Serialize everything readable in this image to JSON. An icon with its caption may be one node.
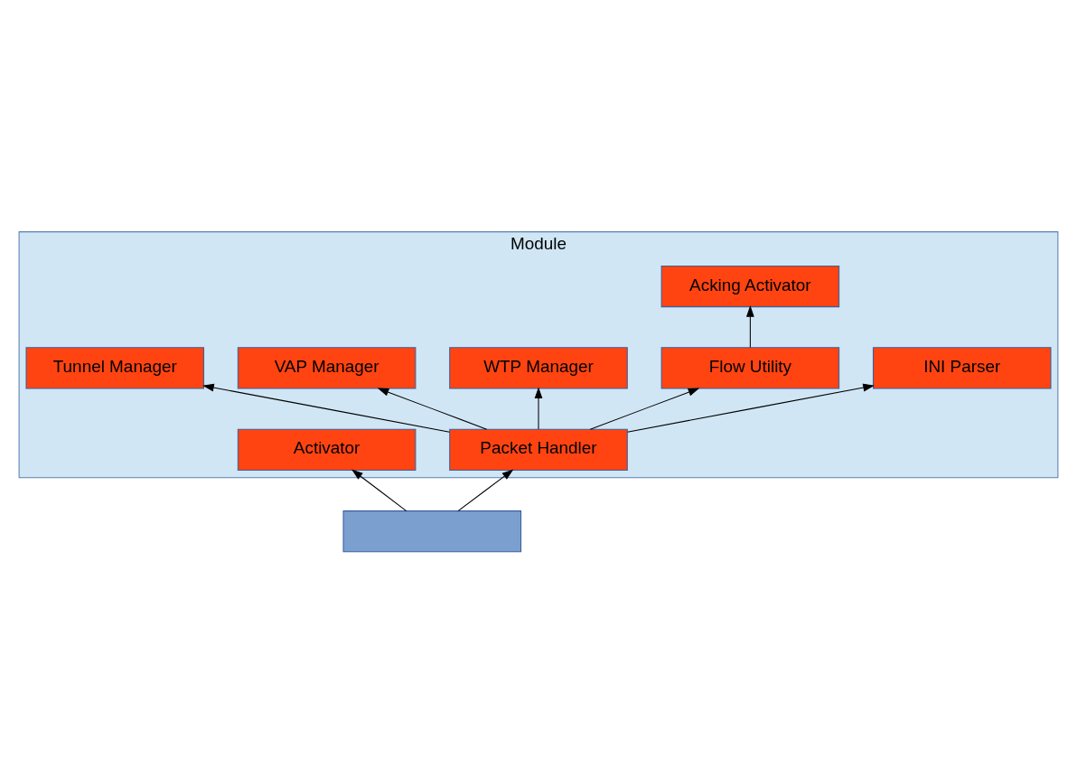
{
  "diagram": {
    "nodes": [
      {
        "text": [
          "Module"
        ]
      },
      {
        "text": [
          "Tunnel Manager"
        ],
        "in": 0
      },
      {
        "text": [
          "VAP Manager"
        ],
        "in": 0
      },
      {
        "text": [
          "WTP Manager"
        ],
        "in": 0
      },
      {
        "text": [
          "Flow Utility"
        ],
        "in": 0
      },
      {
        "text": [
          "INI Parser"
        ],
        "in": 0
      },
      {
        "text": [
          "Acking Activator"
        ],
        "in": 0
      },
      {
        "text": [
          "Packet Handler"
        ],
        "in": 0
      },
      {
        "text": [
          "Activator"
        ],
        "in": 0
      },
      {
        "text": [],
        "shape": "box"
      }
    ],
    "edges": [
      {
        "from": 7,
        "to": 1,
        "arrow": "to"
      },
      {
        "from": 7,
        "to": 2,
        "arrow": "to"
      },
      {
        "from": 7,
        "to": 3,
        "arrow": "to"
      },
      {
        "from": 7,
        "to": 4,
        "arrow": "to"
      },
      {
        "from": 7,
        "to": 5,
        "arrow": "to"
      },
      {
        "from": 4,
        "to": 6,
        "arrow": "to"
      },
      {
        "from": 9,
        "to": 7,
        "arrow": "to"
      },
      {
        "from": 9,
        "to": 8,
        "arrow": "to"
      }
    ]
  }
}
